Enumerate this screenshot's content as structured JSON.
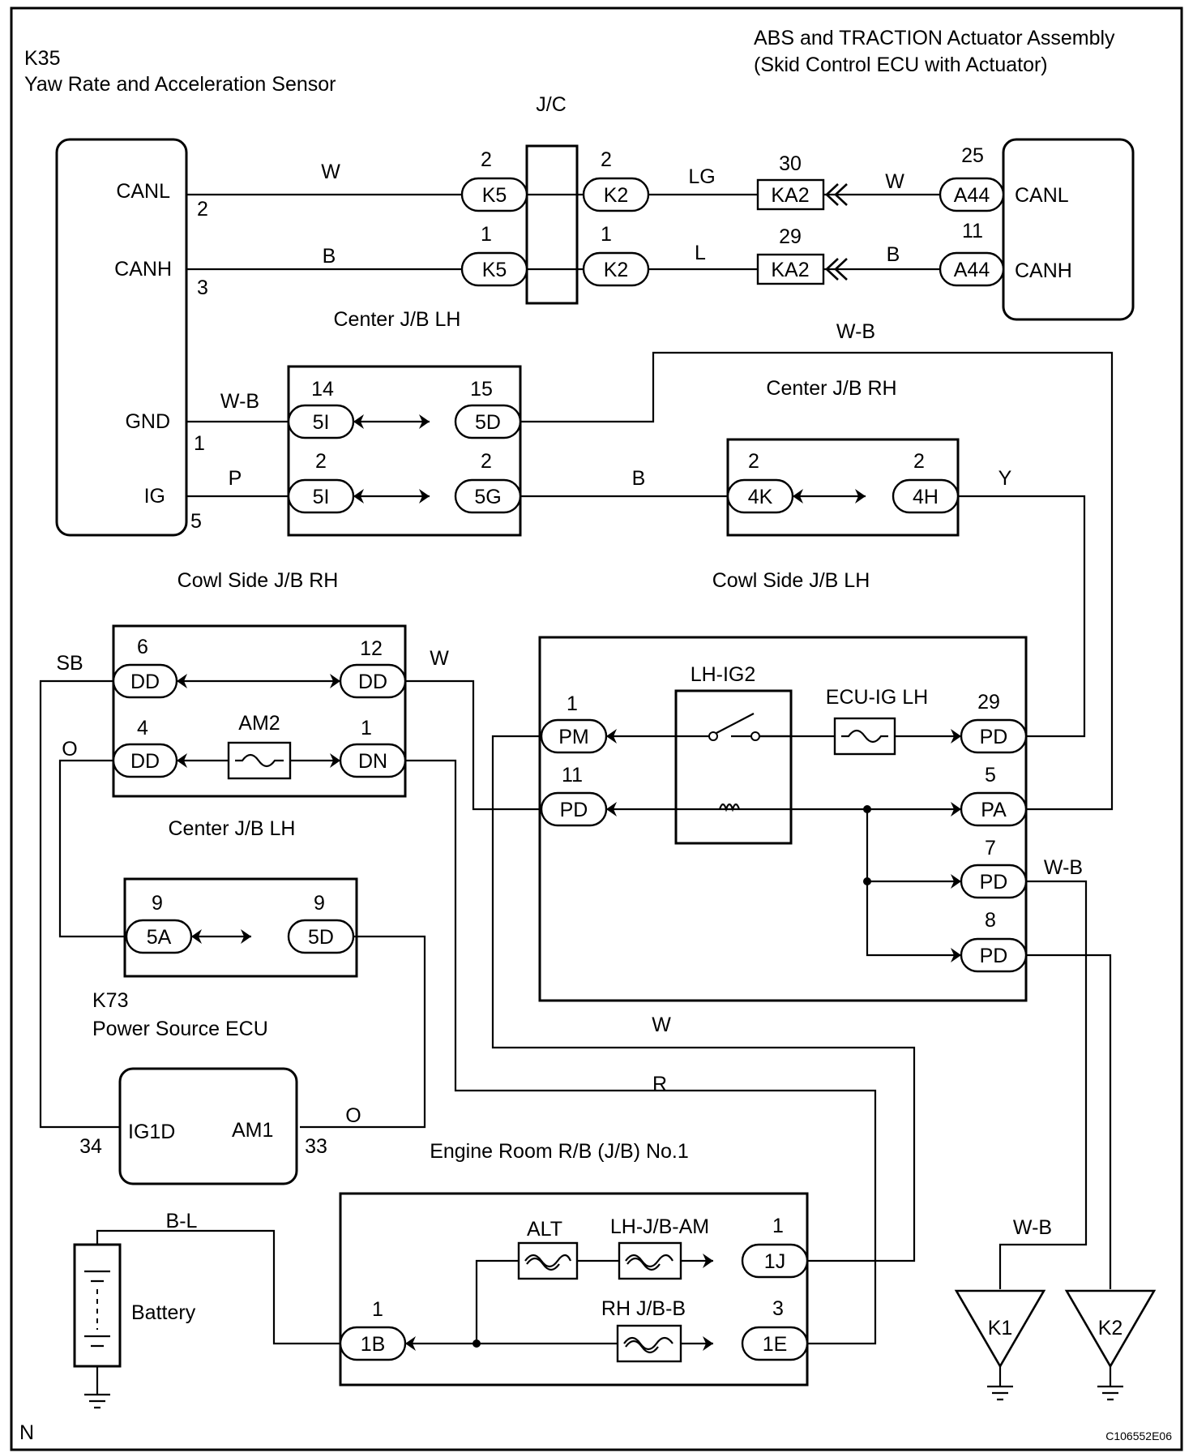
{
  "labels": {
    "k35_code": "K35",
    "k35_name": "Yaw Rate and Acceleration Sensor",
    "abs_line1": "ABS and TRACTION Actuator Assembly",
    "abs_line2": "(Skid Control ECU with Actuator)",
    "jc": "J/C",
    "center_jb_lh_top": "Center J/B LH",
    "center_jb_rh": "Center J/B RH",
    "cowl_rh": "Cowl Side J/B RH",
    "cowl_lh": "Cowl Side J/B LH",
    "center_jb_lh_mid": "Center J/B LH",
    "k73_code": "K73",
    "k73_name": "Power Source ECU",
    "engine_room": "Engine Room R/B (J/B) No.1",
    "battery": "Battery",
    "relay": "LH-IG2",
    "fuse_ecu_ig": "ECU-IG LH",
    "fuse_am2": "AM2",
    "fuse_alt": "ALT",
    "fuse_lhjbam": "LH-J/B-AM",
    "fuse_rhjbb": "RH J/B-B",
    "corner_n": "N",
    "figure_code": "C106552E06"
  },
  "terminals": {
    "canl": "CANL",
    "canh": "CANH",
    "gnd": "GND",
    "ig": "IG",
    "canl_abs": "CANL",
    "canh_abs": "CANH",
    "ig1d": "IG1D",
    "am1": "AM1",
    "k1": "K1",
    "k2_ground": "K2"
  },
  "pins": {
    "k35_canl": "2",
    "k35_canh": "3",
    "k35_gnd": "1",
    "k35_ig": "5",
    "k5_top": "2",
    "k5_bot": "1",
    "k2_top": "2",
    "k2_bot": "1",
    "ka2_top": "30",
    "ka2_bot": "29",
    "a44_top": "25",
    "a44_bot": "11",
    "c5i_top": "14",
    "c5d_top": "15",
    "c5i_bot": "2",
    "c5g": "2",
    "c4k": "2",
    "c4h": "2",
    "dd6": "6",
    "dd12": "12",
    "dd4": "4",
    "dn1": "1",
    "pm1": "1",
    "pd11": "11",
    "pd29": "29",
    "pa5": "5",
    "pd7": "7",
    "pd8": "8",
    "a5a": "9",
    "a5d": "9",
    "ig1d_pin": "34",
    "am1_pin": "33",
    "b1b": "1",
    "j1j": "1",
    "e1e": "3"
  },
  "connectors": {
    "k5a": "K5",
    "k5b": "K5",
    "k2a": "K2",
    "k2b": "K2",
    "ka2a": "KA2",
    "ka2b": "KA2",
    "a44a": "A44",
    "a44b": "A44",
    "c5i_a": "5I",
    "c5d": "5D",
    "c5i_b": "5I",
    "c5g": "5G",
    "c4k": "4K",
    "c4h": "4H",
    "dd_a": "DD",
    "dd_b": "DD",
    "dd_c": "DD",
    "dn": "DN",
    "pm": "PM",
    "pd_a": "PD",
    "pd_b": "PD",
    "pa": "PA",
    "pd_c": "PD",
    "pd_d": "PD",
    "c5a": "5A",
    "c5d_b": "5D",
    "c1b": "1B",
    "c1j": "1J",
    "c1e": "1E"
  },
  "wires": {
    "canl_w": "W",
    "canh_b": "B",
    "lg": "LG",
    "l": "L",
    "abs_w": "W",
    "abs_b": "B",
    "gnd_wb": "W-B",
    "ig_p": "P",
    "wb_top": "W-B",
    "b_mid": "B",
    "y": "Y",
    "sb": "SB",
    "w_dd": "W",
    "o_dd": "O",
    "wb_pd7": "W-B",
    "w_bottom": "W",
    "r_bottom": "R",
    "o_am1": "O",
    "bl": "B-L",
    "wb_k1": "W-B"
  }
}
